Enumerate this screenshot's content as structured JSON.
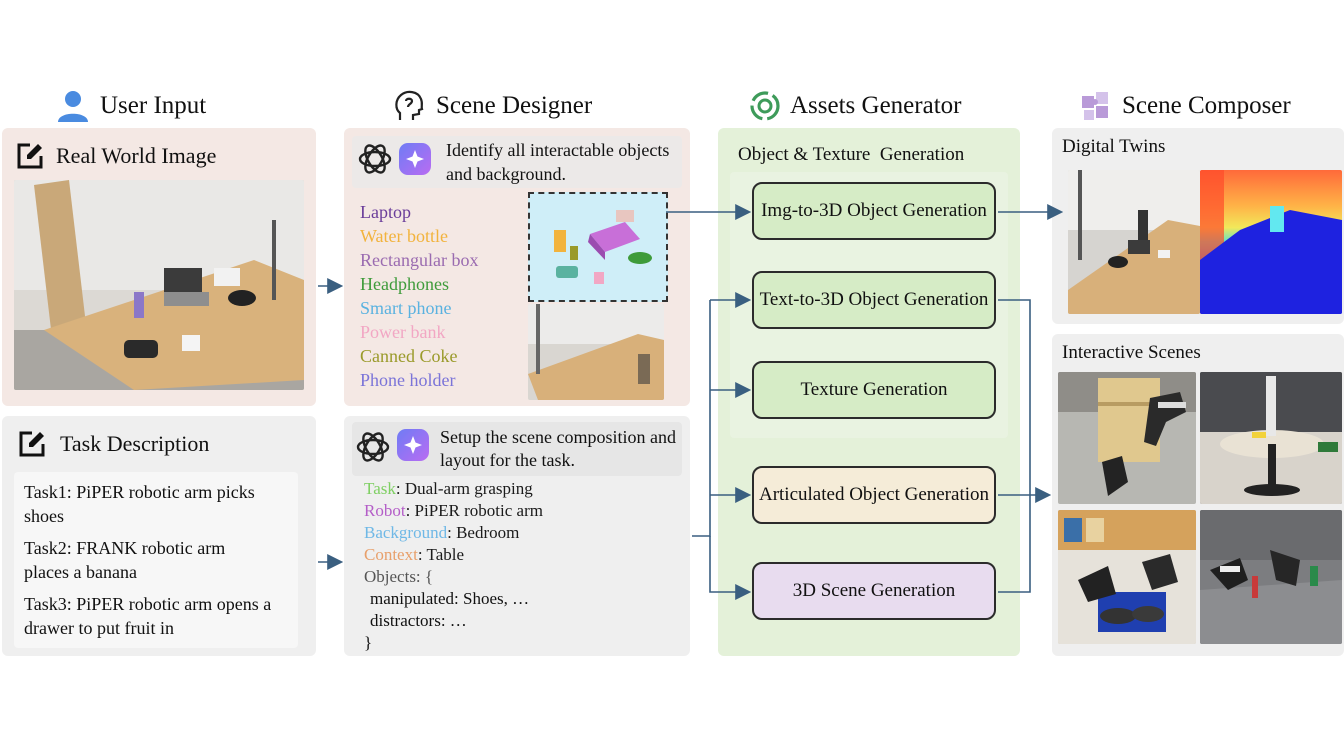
{
  "columns": {
    "user_input": "User Input",
    "scene_designer": "Scene Designer",
    "assets_generator": "Assets Generator",
    "scene_composer": "Scene Composer"
  },
  "user_input": {
    "real_world_title": "Real World Image",
    "task_title": "Task Description",
    "tasks": [
      "Task1: PiPER robotic arm picks shoes",
      "Task2: FRANK robotic arm places a banana",
      "Task3: PiPER robotic arm opens a drawer to put fruit in"
    ]
  },
  "scene_designer": {
    "prompt1": "Identify all interactable objects and background.",
    "objects": [
      {
        "label": "Laptop",
        "color": "#6a3d9a"
      },
      {
        "label": "Water bottle",
        "color": "#f2b33d"
      },
      {
        "label": "Rectangular box",
        "color": "#9a6bb0"
      },
      {
        "label": "Headphones",
        "color": "#3e9b3a"
      },
      {
        "label": "Smart phone",
        "color": "#5ab2e0"
      },
      {
        "label": "Power bank",
        "color": "#f2a7c4"
      },
      {
        "label": "Canned Coke",
        "color": "#9a9a2a"
      },
      {
        "label": "Phone holder",
        "color": "#7b74d8"
      }
    ],
    "prompt2": "Setup the scene composition and layout for the task.",
    "config": {
      "task_key": "Task",
      "task_val": ": Dual-arm grasping",
      "task_color": "#7fcf63",
      "robot_key": "Robot",
      "robot_val": ": PiPER robotic arm",
      "robot_color": "#b45ec8",
      "bg_key": "Background",
      "bg_val": ": Bedroom",
      "bg_color": "#6fb8e6",
      "ctx_key": "Context",
      "ctx_val": ": Table",
      "ctx_color": "#e8a06b",
      "objects_line": "Objects: {",
      "manipulated": "manipulated: Shoes, …",
      "distractors": "distractors: …",
      "close": "}"
    }
  },
  "assets_generator": {
    "header": "Object & Texture  Generation",
    "boxes": [
      "Img-to-3D Object Generation",
      "Text-to-3D Object Generation",
      "Texture Generation",
      "Articulated Object Generation",
      "3D Scene Generation"
    ]
  },
  "scene_composer": {
    "digital_twins": "Digital Twins",
    "interactive_scenes": "Interactive Scenes"
  },
  "colors": {
    "arrow": "#3a5f80",
    "accent_green": "#3e9b5a",
    "user_blue": "#4a8be0"
  }
}
